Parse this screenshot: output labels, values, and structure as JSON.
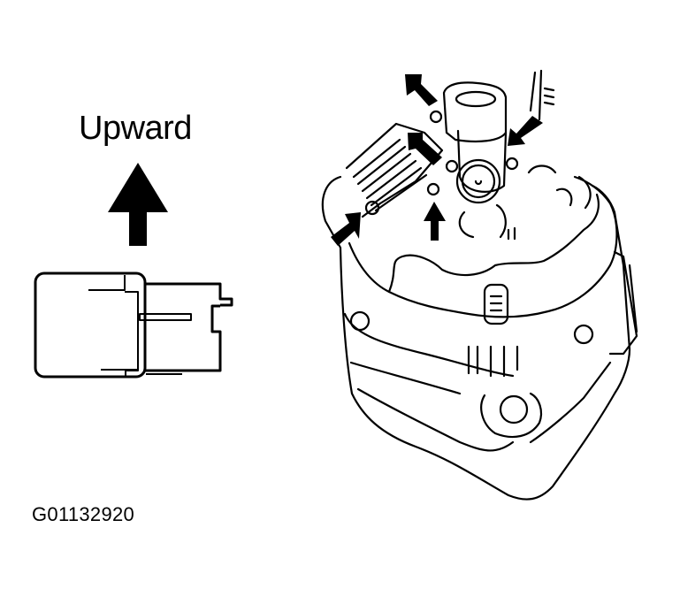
{
  "diagram": {
    "direction_label": "Upward",
    "figure_id": "G01132920",
    "colors": {
      "line": "#000000",
      "background": "#ffffff"
    },
    "components": [
      {
        "name": "regulator-part",
        "view": "side",
        "orientation_hint": "Upward"
      },
      {
        "name": "alternator-assembly",
        "view": "rear-oblique",
        "indicator_arrows": 5
      }
    ]
  }
}
